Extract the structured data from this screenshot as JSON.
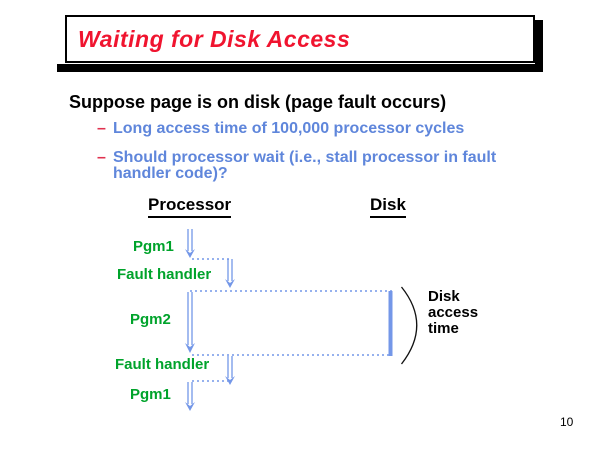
{
  "slide": {
    "title": "Waiting for Disk Access",
    "page_number": "10"
  },
  "content": {
    "heading": "Suppose page is on disk (page fault occurs)",
    "bullets": [
      {
        "dash": "–",
        "text": "Long access time of 100,000 processor cycles"
      },
      {
        "dash": "–",
        "text": "Should processor wait (i.e., stall processor in fault handler code)?"
      }
    ]
  },
  "diagram": {
    "column_headers": {
      "processor": "Processor",
      "disk": "Disk"
    },
    "timeline_labels": {
      "pgm1_start": "Pgm1",
      "fault_handler_1": "Fault handler",
      "pgm2": "Pgm2",
      "fault_handler_2": "Fault handler",
      "pgm1_end": "Pgm1"
    },
    "annotation": "Disk access time"
  },
  "colors": {
    "title_red": "#f0142f",
    "bullet_blue": "#5f86db",
    "dash_red": "#e0314f",
    "label_green": "#00a32b",
    "arrow_blue": "#7497e8",
    "background": "#ffffff"
  }
}
